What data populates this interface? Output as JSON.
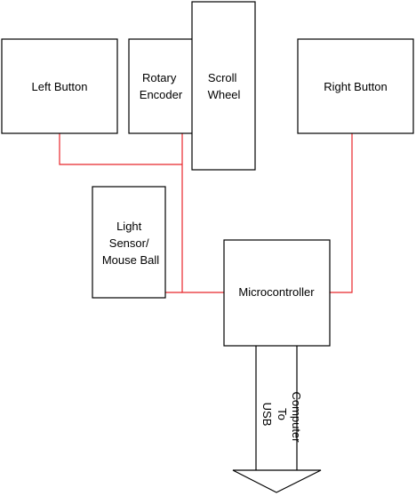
{
  "colors": {
    "wire_power": "#e8262b",
    "wire_data": "#000000",
    "box_stroke": "#000000",
    "background": "#ffffff"
  },
  "blocks": {
    "left_button": {
      "lines": [
        "Left Button"
      ]
    },
    "rotary_encoder": {
      "lines": [
        "Rotary",
        "Encoder"
      ]
    },
    "scroll_wheel": {
      "lines": [
        "Scroll",
        "Wheel"
      ]
    },
    "right_button": {
      "lines": [
        "Right Button"
      ]
    },
    "light_sensor": {
      "lines": [
        "Light",
        "Sensor/",
        "Mouse Ball"
      ]
    },
    "microcontroller": {
      "lines": [
        "Microcontroller"
      ]
    }
  },
  "usb_label": {
    "left": "USB",
    "middle": "To",
    "right": "Computer"
  }
}
